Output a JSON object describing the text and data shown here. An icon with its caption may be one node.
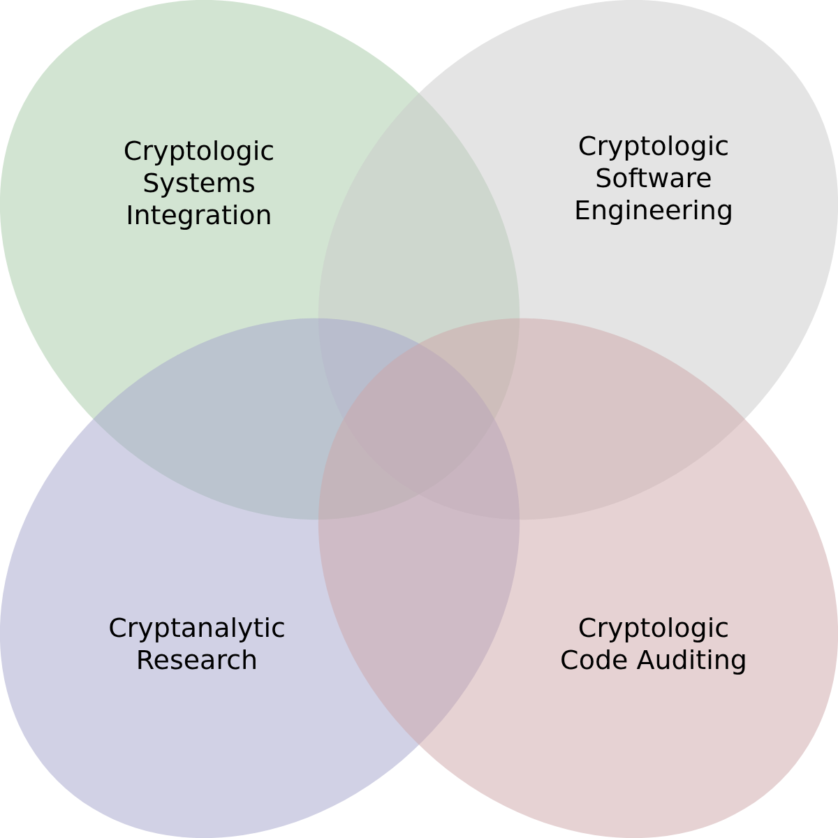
{
  "diagram": {
    "nodes": [
      {
        "text": [
          "Cryptologic Systems Integration"
        ]
      },
      {
        "text": [
          "Cryptologic Software Engineering"
        ]
      },
      {
        "text": [
          "Cryptanalytic Research"
        ]
      },
      {
        "text": [
          "Cryptologic Code Auditing"
        ]
      }
    ],
    "edges": []
  }
}
